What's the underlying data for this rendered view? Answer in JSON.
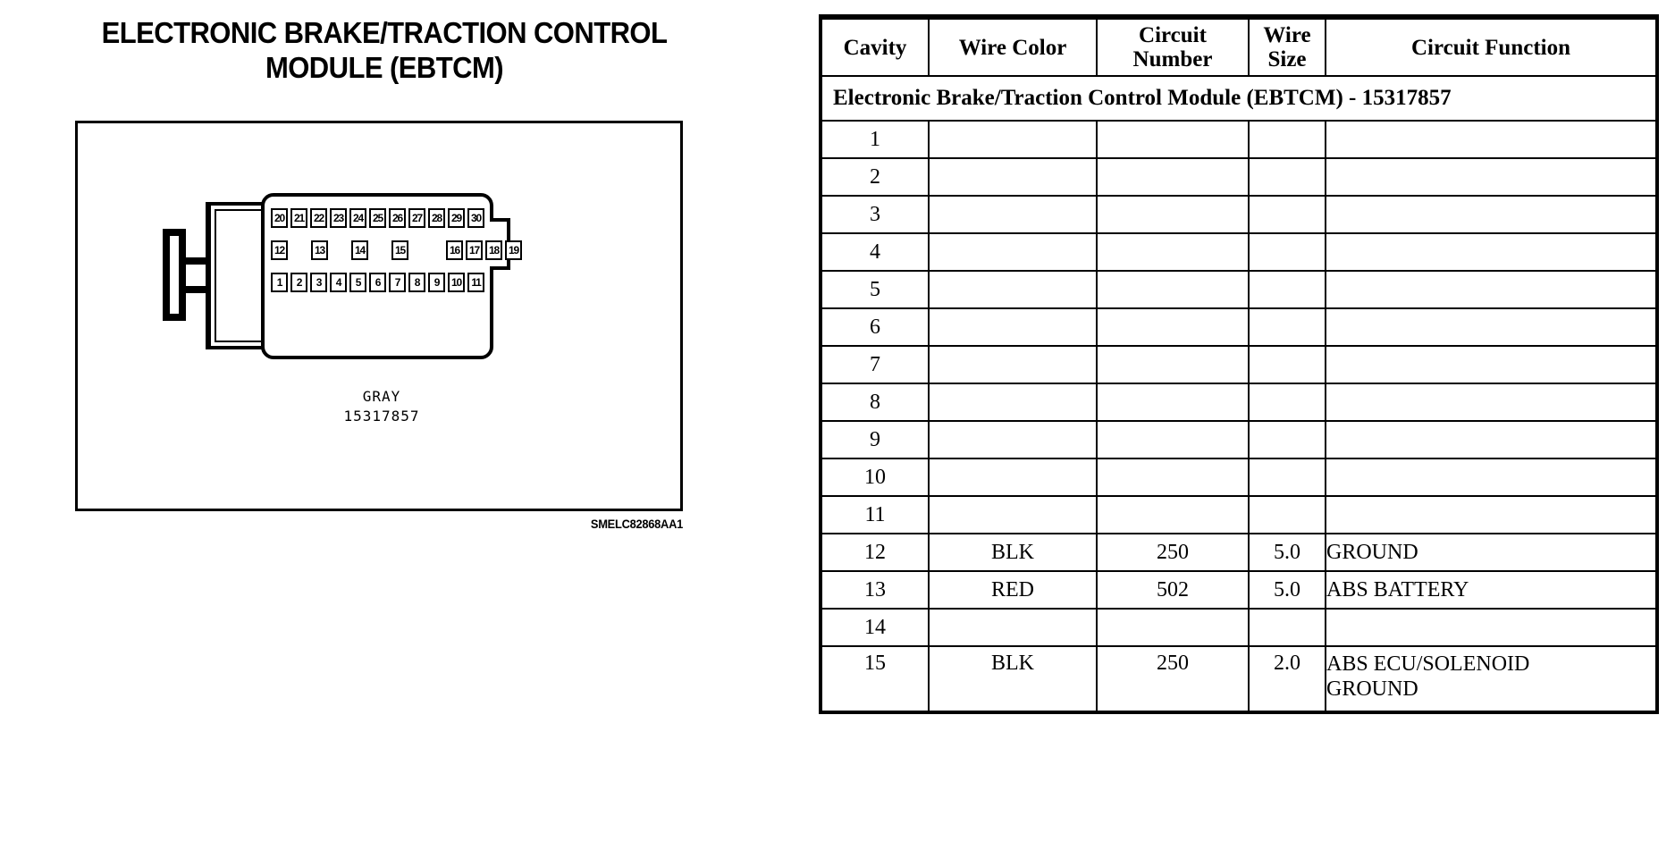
{
  "diagram": {
    "title_line1": "ELECTRONIC BRAKE/TRACTION CONTROL",
    "title_line2": "MODULE (EBTCM)",
    "connector_color": "GRAY",
    "connector_part_number": "15317857",
    "figure_code": "SMELC82868AA1",
    "pin_rows": {
      "top": [
        "20",
        "21",
        "22",
        "23",
        "24",
        "25",
        "26",
        "27",
        "28",
        "29",
        "30"
      ],
      "middle": [
        "12",
        "13",
        "14",
        "15",
        "16",
        "17",
        "18",
        "19"
      ],
      "bottom": [
        "1",
        "2",
        "3",
        "4",
        "5",
        "6",
        "7",
        "8",
        "9",
        "10",
        "11"
      ]
    }
  },
  "table": {
    "caption": "Electronic Brake/Traction Control Module (EBTCM) - 15317857",
    "columns": [
      "Cavity",
      "Wire Color",
      "Circuit Number",
      "Wire Size",
      "Circuit Function"
    ],
    "columns_wrapped": {
      "cavity": "Cavity",
      "wire_color": "Wire Color",
      "circuit_number_l1": "Circuit",
      "circuit_number_l2": "Number",
      "wire_size_l1": "Wire",
      "wire_size_l2": "Size",
      "circuit_function": "Circuit Function"
    },
    "rows": [
      {
        "cavity": "1",
        "wire_color": "",
        "circuit_number": "",
        "wire_size": "",
        "function_l1": "",
        "function_l2": ""
      },
      {
        "cavity": "2",
        "wire_color": "",
        "circuit_number": "",
        "wire_size": "",
        "function_l1": "",
        "function_l2": ""
      },
      {
        "cavity": "3",
        "wire_color": "",
        "circuit_number": "",
        "wire_size": "",
        "function_l1": "",
        "function_l2": ""
      },
      {
        "cavity": "4",
        "wire_color": "",
        "circuit_number": "",
        "wire_size": "",
        "function_l1": "",
        "function_l2": ""
      },
      {
        "cavity": "5",
        "wire_color": "",
        "circuit_number": "",
        "wire_size": "",
        "function_l1": "",
        "function_l2": ""
      },
      {
        "cavity": "6",
        "wire_color": "",
        "circuit_number": "",
        "wire_size": "",
        "function_l1": "",
        "function_l2": ""
      },
      {
        "cavity": "7",
        "wire_color": "",
        "circuit_number": "",
        "wire_size": "",
        "function_l1": "",
        "function_l2": ""
      },
      {
        "cavity": "8",
        "wire_color": "",
        "circuit_number": "",
        "wire_size": "",
        "function_l1": "",
        "function_l2": ""
      },
      {
        "cavity": "9",
        "wire_color": "",
        "circuit_number": "",
        "wire_size": "",
        "function_l1": "",
        "function_l2": ""
      },
      {
        "cavity": "10",
        "wire_color": "",
        "circuit_number": "",
        "wire_size": "",
        "function_l1": "",
        "function_l2": ""
      },
      {
        "cavity": "11",
        "wire_color": "",
        "circuit_number": "",
        "wire_size": "",
        "function_l1": "",
        "function_l2": ""
      },
      {
        "cavity": "12",
        "wire_color": "BLK",
        "circuit_number": "250",
        "wire_size": "5.0",
        "function_l1": "GROUND",
        "function_l2": ""
      },
      {
        "cavity": "13",
        "wire_color": "RED",
        "circuit_number": "502",
        "wire_size": "5.0",
        "function_l1": "ABS BATTERY",
        "function_l2": ""
      },
      {
        "cavity": "14",
        "wire_color": "",
        "circuit_number": "",
        "wire_size": "",
        "function_l1": "",
        "function_l2": ""
      },
      {
        "cavity": "15",
        "wire_color": "BLK",
        "circuit_number": "250",
        "wire_size": "2.0",
        "function_l1": "ABS ECU/SOLENOID",
        "function_l2": "GROUND"
      }
    ]
  }
}
